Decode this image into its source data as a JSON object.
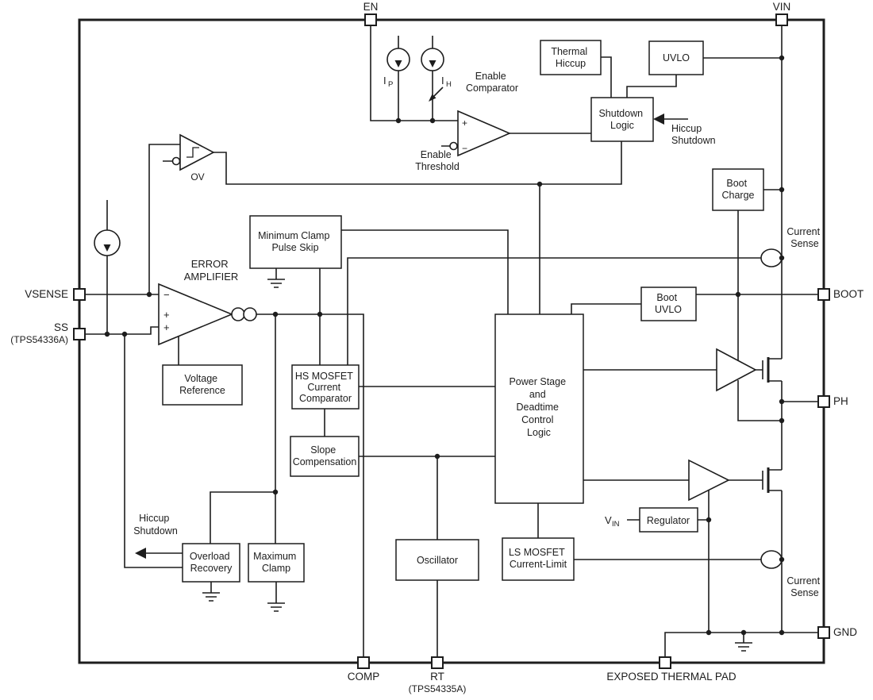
{
  "ink": "#1d1d1d",
  "pins": {
    "en": "EN",
    "vin": "VIN",
    "vsense": "VSENSE",
    "ss": "SS",
    "ss_note": "(TPS54336A)",
    "boot": "BOOT",
    "ph": "PH",
    "gnd": "GND",
    "comp": "COMP",
    "rt": "RT",
    "rt_note": "(TPS54335A)",
    "thermal_pad": "EXPOSED THERMAL PAD"
  },
  "blocks": {
    "thermal_hiccup": {
      "lines": [
        "Thermal",
        "Hiccup"
      ]
    },
    "uvlo": {
      "lines": [
        "UVLO"
      ]
    },
    "shutdown_logic": {
      "lines": [
        "Shutdown",
        "Logic"
      ]
    },
    "boot_charge": {
      "lines": [
        "Boot",
        "Charge"
      ]
    },
    "minimum_clamp": {
      "lines": [
        "Minimum Clamp",
        "Pulse Skip"
      ]
    },
    "boot_uvlo": {
      "lines": [
        "Boot",
        "UVLO"
      ]
    },
    "voltage_reference": {
      "lines": [
        "Voltage",
        "Reference"
      ]
    },
    "hs_mosfet_comparator": {
      "lines": [
        "HS MOSFET",
        "Current",
        "Comparator"
      ]
    },
    "slope_compensation": {
      "lines": [
        "Slope",
        "Compensation"
      ]
    },
    "power_stage": {
      "lines": [
        "Power Stage",
        "and",
        "Deadtime",
        "Control",
        "Logic"
      ]
    },
    "oscillator": {
      "lines": [
        "Oscillator"
      ]
    },
    "ls_mosfet_limit": {
      "lines": [
        "LS MOSFET",
        "Current-Limit"
      ]
    },
    "regulator": {
      "lines": [
        "Regulator"
      ]
    },
    "overload_recovery": {
      "lines": [
        "Overload",
        "Recovery"
      ]
    },
    "maximum_clamp": {
      "lines": [
        "Maximum",
        "Clamp"
      ]
    }
  },
  "labels": {
    "error_amplifier": {
      "lines": [
        "ERROR",
        "AMPLIFIER"
      ]
    },
    "enable_comparator": {
      "lines": [
        "Enable",
        "Comparator"
      ]
    },
    "enable_threshold": {
      "lines": [
        "Enable",
        "Threshold"
      ]
    },
    "ov": "OV",
    "hiccup_shutdown_logic": {
      "lines": [
        "Hiccup",
        "Shutdown"
      ]
    },
    "hiccup_shutdown_overload": {
      "lines": [
        "Hiccup",
        "Shutdown"
      ]
    },
    "current_sense_hs": {
      "lines": [
        "Current",
        "Sense"
      ]
    },
    "current_sense_ls": {
      "lines": [
        "Current",
        "Sense"
      ]
    },
    "ip": {
      "base": "I",
      "sub": "P"
    },
    "ih": {
      "base": "I",
      "sub": "H"
    },
    "vin_regulator": {
      "base": "V",
      "sub": "IN"
    },
    "amp_minus": "−",
    "amp_plus1": "+",
    "amp_plus2": "+",
    "cmp_plus": "+",
    "cmp_minus": "−"
  }
}
